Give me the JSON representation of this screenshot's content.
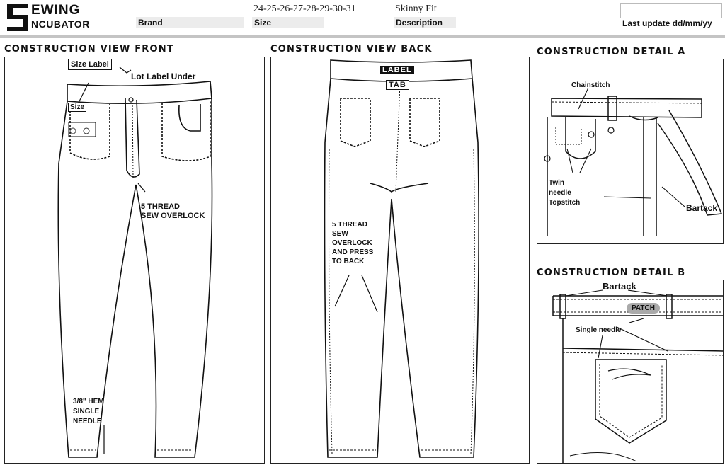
{
  "header": {
    "logo_line1": "EWING",
    "logo_line2": "NCUBATOR",
    "brand": {
      "value": "",
      "label": "Brand"
    },
    "size": {
      "value": "24-25-26-27-28-29-30-31",
      "label": "Size"
    },
    "description": {
      "value": "Skinny Fit",
      "label": "Description"
    },
    "last_update": {
      "value": "",
      "label": "Last update dd/mm/yy"
    }
  },
  "sections": {
    "front": {
      "title": "Construction View Front",
      "size_label_box": "Size Label",
      "lot_label": "Lot Label Under",
      "size_tag": "Size",
      "overlock": [
        "5 THREAD",
        "SEW OVERLOCK"
      ],
      "hem": [
        "3/8\" HEM",
        "SINGLE",
        "NEEDLE"
      ]
    },
    "back": {
      "title": "Construction View Back",
      "label_tag": "LABEL",
      "tab_tag": "TAB",
      "overlock": [
        "5 THREAD",
        "SEW",
        "OVERLOCK",
        "AND PRESS",
        "TO BACK"
      ]
    },
    "detail_a": {
      "title": "Construction Detail A",
      "chainstitch": "Chainstitch",
      "twin_needle": [
        "Twin",
        "needle",
        "Topstitch"
      ],
      "bartack": "Bartack"
    },
    "detail_b": {
      "title": "Construction Detail B",
      "bartack": "Bartack",
      "patch": "PATCH",
      "single_needle": "Single needle"
    }
  },
  "colors": {
    "ink": "#111111",
    "header_rule": "#c4c4c4",
    "label_bg": "#ececec",
    "patch": "#aaaaaa"
  }
}
